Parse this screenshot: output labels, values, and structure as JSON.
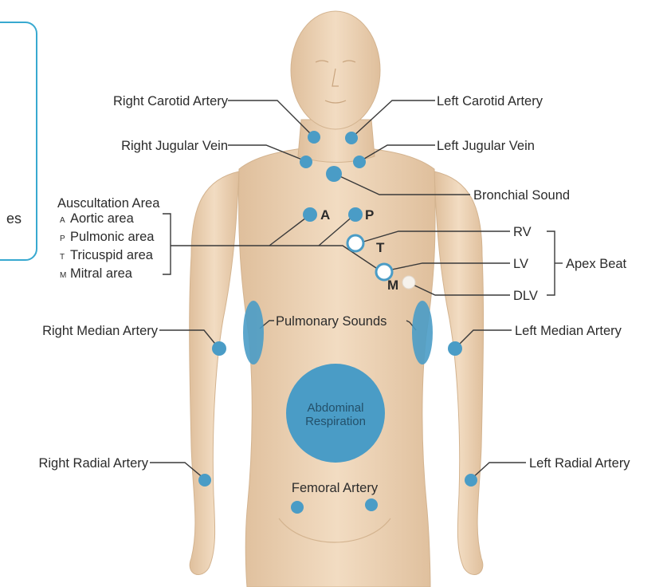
{
  "labels": {
    "right_carotid": "Right Carotid Artery",
    "left_carotid": "Left  Carotid Artery",
    "right_jugular": "Right Jugular Vein",
    "left_jugular": "Left Jugular Vein",
    "bronchial": "Bronchial Sound",
    "auscultation_title": "Auscultation Area",
    "aortic_letter": "A",
    "aortic": "Aortic area",
    "pulmonic_letter": "P",
    "pulmonic": "Pulmonic area",
    "tricuspid_letter": "T",
    "tricuspid": "Tricuspid area",
    "mitral_letter": "M",
    "mitral": "Mitral area",
    "rv": "RV",
    "lv": "LV",
    "dlv": "DLV",
    "apex": "Apex Beat",
    "right_median": "Right Median Artery",
    "left_median": "Left Median Artery",
    "pulmonary": "Pulmonary Sounds",
    "abdominal_1": "Abdominal",
    "abdominal_2": "Respiration",
    "right_radial": "Right Radial Artery",
    "left_radial": "Left Radial Artery",
    "femoral": "Femoral Artery",
    "point_a": "A",
    "point_p": "P",
    "point_t": "T",
    "point_m": "M",
    "side_box_fragment": "es"
  },
  "colors": {
    "marker": "#4a9cc6",
    "skin": "#ecd2b4",
    "box_border": "#38a9d0"
  }
}
